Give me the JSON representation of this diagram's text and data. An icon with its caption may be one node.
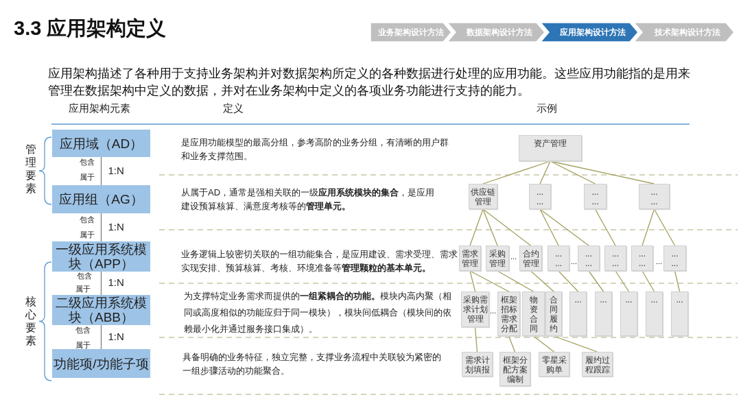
{
  "diagram": {
    "title": "3.3 应用架构定义",
    "nodes": [
      {
        "text": [
          "应用域（AD）"
        ]
      },
      {
        "text": [
          "应用组（AG）"
        ]
      },
      {
        "text": [
          "一级应用系统模块（APP）"
        ]
      },
      {
        "text": [
          "二级应用系统模块（ABB）"
        ]
      },
      {
        "text": [
          "功能项/功能子项"
        ]
      },
      {
        "text": [
          "业务架构设计方法"
        ]
      },
      {
        "text": [
          "数据架构设计方法"
        ]
      },
      {
        "text": [
          "应用架构设计方法"
        ]
      },
      {
        "text": [
          "技术架构设计方法"
        ]
      },
      {
        "text": [
          "资产管理"
        ]
      },
      {
        "text": [
          "供应链管理"
        ]
      },
      {
        "text": [
          "... ..."
        ]
      },
      {
        "text": [
          "... ..."
        ]
      },
      {
        "text": [
          "... ..."
        ]
      },
      {
        "text": [
          "需求管理"
        ]
      },
      {
        "text": [
          "采购管理"
        ]
      },
      {
        "text": [
          "合约管理"
        ]
      },
      {
        "text": [
          "... ..."
        ]
      },
      {
        "text": [
          "... ..."
        ]
      },
      {
        "text": [
          "... ..."
        ]
      },
      {
        "text": [
          "... ..."
        ]
      },
      {
        "text": [
          "... ..."
        ]
      },
      {
        "text": [
          "采购需求计划管理"
        ]
      },
      {
        "text": [
          "框架招标需求分配"
        ]
      },
      {
        "text": [
          "物资合同"
        ]
      },
      {
        "text": [
          "合同履约"
        ]
      },
      {
        "text": [
          "..."
        ]
      },
      {
        "text": [
          "..."
        ]
      },
      {
        "text": [
          "..."
        ]
      },
      {
        "text": [
          "..."
        ]
      },
      {
        "text": [
          "..."
        ]
      },
      {
        "text": [
          "需求计划填报"
        ]
      },
      {
        "text": [
          "框架分配方案编制"
        ]
      },
      {
        "text": [
          "零星采购单"
        ]
      },
      {
        "text": [
          "履约过程跟踪"
        ]
      }
    ],
    "edges": [
      {
        "from": 0,
        "to": 1,
        "arrow": "none",
        "label": "1:N",
        "color": "#7f7f7f"
      },
      {
        "from": 1,
        "to": 2,
        "arrow": "none",
        "label": "1:N",
        "color": "#7f7f7f"
      },
      {
        "from": 2,
        "to": 3,
        "arrow": "none",
        "label": "1:N",
        "color": "#7f7f7f"
      },
      {
        "from": 3,
        "to": 4,
        "arrow": "none",
        "label": "1:N",
        "color": "#7f7f7f"
      },
      {
        "from": 9,
        "to": 10,
        "arrow": "none"
      },
      {
        "from": 9,
        "to": 11,
        "arrow": "none"
      },
      {
        "from": 9,
        "to": 12,
        "arrow": "none"
      },
      {
        "from": 9,
        "to": 13,
        "arrow": "none"
      },
      {
        "from": 10,
        "to": 14,
        "arrow": "none"
      },
      {
        "from": 10,
        "to": 15,
        "arrow": "none"
      },
      {
        "from": 10,
        "to": 16,
        "arrow": "none"
      },
      {
        "from": 11,
        "to": 17,
        "arrow": "none"
      },
      {
        "from": 11,
        "to": 18,
        "arrow": "none"
      },
      {
        "from": 12,
        "to": 19,
        "arrow": "none"
      },
      {
        "from": 13,
        "to": 20,
        "arrow": "none"
      },
      {
        "from": 13,
        "to": 21,
        "arrow": "none"
      },
      {
        "from": 14,
        "to": 22,
        "arrow": "none"
      },
      {
        "from": 14,
        "to": 23,
        "arrow": "none"
      },
      {
        "from": 15,
        "to": 24,
        "arrow": "none"
      },
      {
        "from": 16,
        "to": 25,
        "arrow": "none"
      },
      {
        "from": 17,
        "to": 26,
        "arrow": "none"
      },
      {
        "from": 18,
        "to": 27,
        "arrow": "none"
      },
      {
        "from": 19,
        "to": 28,
        "arrow": "none"
      },
      {
        "from": 20,
        "to": 29,
        "arrow": "none"
      },
      {
        "from": 21,
        "to": 30,
        "arrow": "none"
      },
      {
        "from": 22,
        "to": 31,
        "arrow": "none"
      },
      {
        "from": 23,
        "to": 32,
        "arrow": "none"
      },
      {
        "from": 24,
        "to": 33,
        "arrow": "none"
      },
      {
        "from": 25,
        "to": 34,
        "arrow": "none"
      }
    ],
    "labels": [
      "应用架构描述了各种用于支持业务架构并对数据架构所定义的各种数据进行处理的应用功能。这些应用功能指的是用来管理在数据架构中定义的数据，并对在业务架构中定义的各项业务功能进行支持的能力。",
      "应用架构元素",
      "定义",
      "示例",
      "管理要素",
      "核心要素",
      "包含",
      "属于",
      "包含",
      "属于",
      "包含",
      "属于",
      "包含",
      "属于",
      "是应用功能模型的最高分组，参考高阶的业务分组，有清晰的用户群和业务支撑范围。",
      "从属于AD，通常是强相关联的一级**应用系统模块的集合**，是应用建设预算核算、满意度考核等的**管理单元。**",
      "业务逻辑上较密切关联的一组功能集合，是应用建设、需求受理、需求实现安排、预算核算、考核、环境准备等**管理颗粒的基本单元。**",
      "为支撑特定业务需求而提供的**一组紧耦合的功能。**模块内高内聚（相同或高度相似的功能应归于同一模块），模块间低耦合（模块间的依赖最小化并通过服务接口集成）。",
      "具备明确的业务特征，独立完整，支撑业务流程中关联较为紧密的一组步骤活动的功能聚合。",
      "...",
      "...",
      "...",
      "..."
    ]
  }
}
